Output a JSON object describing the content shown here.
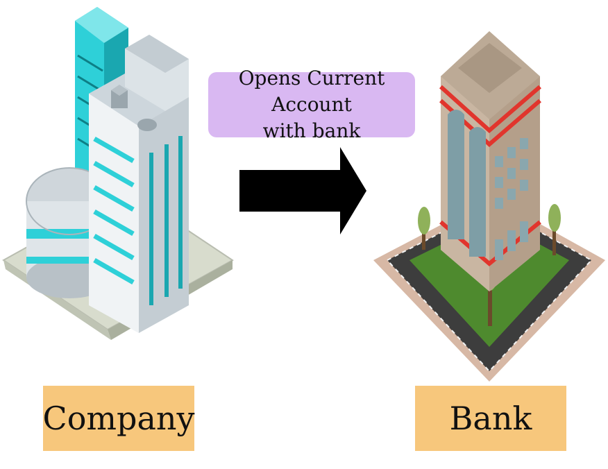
{
  "callout": {
    "line1": "Opens Current Account",
    "line2": "with bank"
  },
  "entities": {
    "company_label": "Company",
    "bank_label": "Bank"
  },
  "colors": {
    "label_fill": "#f7c77c",
    "callout_fill": "#d9b8f2",
    "arrow": "#000000",
    "company_accent": "#26d6d6",
    "bank_accent": "#e1352d"
  }
}
